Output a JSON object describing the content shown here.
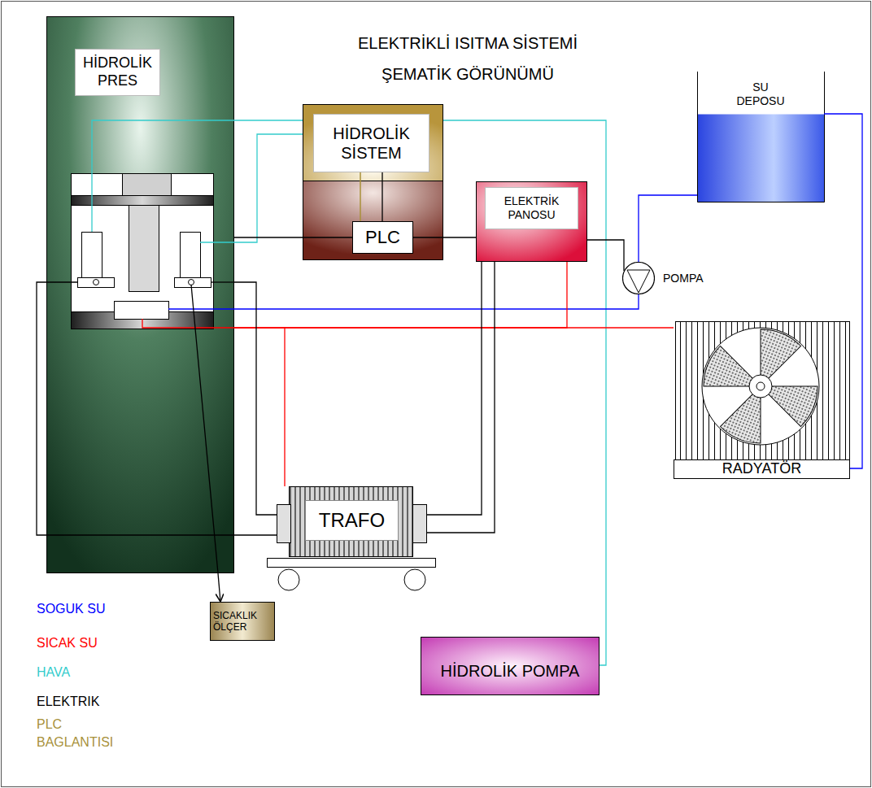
{
  "diagram": {
    "title": "ELEKTRİKLİ ISITMA SİSTEMİ ŞEMATİK GÖRÜNÜMÜ",
    "nodes": [
      {
        "text": [
          "HİDROLİK PRES"
        ]
      },
      {
        "text": [
          "HİDROLİK SİSTEM"
        ]
      },
      {
        "text": [
          "PLC"
        ],
        "in": 1
      },
      {
        "text": [
          "ELEKTRİK PANOSU"
        ]
      },
      {
        "text": [
          "SU DEPOSU"
        ]
      },
      {
        "text": [
          "POMPA"
        ]
      },
      {
        "text": [
          "RADYATÖR"
        ]
      },
      {
        "text": [
          "TRAFO"
        ]
      },
      {
        "text": [
          "SICAKLIK ÖLÇER"
        ]
      },
      {
        "text": [
          "HİDROLİK POMPA"
        ]
      }
    ],
    "edges": [
      {
        "from": 1,
        "to": 0,
        "arrow": "none"
      },
      {
        "from": 1,
        "to": 0,
        "arrow": "none"
      },
      {
        "from": 1,
        "to": 9,
        "arrow": "none"
      },
      {
        "from": 0,
        "to": 2,
        "arrow": "none"
      },
      {
        "from": 2,
        "to": 3,
        "arrow": "none"
      },
      {
        "from": 3,
        "to": 5,
        "arrow": "none"
      },
      {
        "from": 5,
        "to": 4,
        "arrow": "none"
      },
      {
        "from": 5,
        "to": 0,
        "arrow": "none"
      },
      {
        "from": 4,
        "to": 6,
        "arrow": "none"
      },
      {
        "from": 0,
        "to": 6,
        "arrow": "none"
      },
      {
        "from": 0,
        "to": 3,
        "arrow": "none"
      },
      {
        "from": 0,
        "to": 7,
        "arrow": "none"
      },
      {
        "from": 0,
        "to": 7,
        "arrow": "none"
      },
      {
        "from": 0,
        "to": 7,
        "arrow": "none"
      },
      {
        "from": 3,
        "to": 7,
        "arrow": "none"
      },
      {
        "from": 3,
        "to": 7,
        "arrow": "none"
      },
      {
        "from": 0,
        "to": 8,
        "arrow": "to"
      }
    ],
    "legend": [
      {
        "text": "SOGUK SU",
        "color": "#0000ff"
      },
      {
        "text": "SICAK SU",
        "color": "#ff0000"
      },
      {
        "text": "HAVA",
        "color": "#33cccc"
      },
      {
        "text": "ELEKTRIK",
        "color": "#000000"
      },
      {
        "text": "PLC BAGLANTISI",
        "color": "#a8913a"
      }
    ]
  }
}
